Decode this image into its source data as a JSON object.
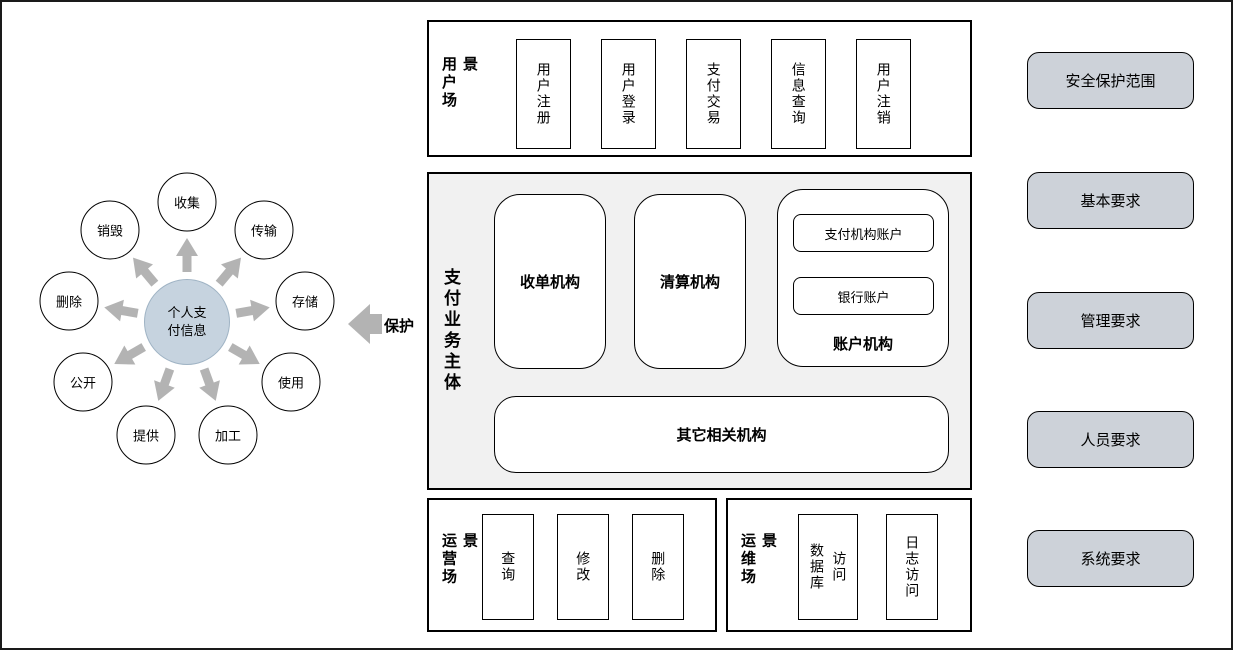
{
  "diagram": {
    "hub": {
      "center": "个人支\n付信息",
      "satellites": [
        "收集",
        "传输",
        "存储",
        "使用",
        "加工",
        "提供",
        "公开",
        "删除",
        "销毁"
      ],
      "protect": "保护"
    },
    "user_scenarios": {
      "label": "用户场景",
      "items": [
        "用户注册",
        "用户登录",
        "支付交易",
        "信息查询",
        "用户注销"
      ]
    },
    "payment_subjects": {
      "label": "支付业务主体",
      "acquirer": "收单机构",
      "clearing": "清算机构",
      "account": {
        "label": "账户机构",
        "payment_account": "支付机构账户",
        "bank_account": "银行账户"
      },
      "other": "其它相关机构"
    },
    "operation_scenarios": {
      "label": "运营场景",
      "items": [
        "查询",
        "修改",
        "删除"
      ]
    },
    "maintenance_scenarios": {
      "label": "运维场景",
      "items": [
        "数据库\n访问",
        "日志访问"
      ]
    },
    "requirements": [
      "安全保护范围",
      "基本要求",
      "管理要求",
      "人员要求",
      "系统要求"
    ],
    "colors": {
      "requirement_box_fill": "#cdd2d9",
      "hub_center_fill": "#c6d3df",
      "payment_panel_fill": "#f1f1f1",
      "arrow_gray": "#b3b3b3",
      "border_black": "#000000"
    }
  }
}
